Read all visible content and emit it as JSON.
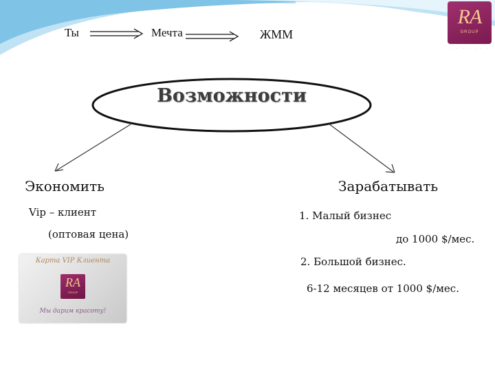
{
  "colors": {
    "swoosh_teal": "#7fc3e6",
    "logo_purple": "#8b2560",
    "logo_gold": "#f3c98e"
  },
  "flow": {
    "step1": "Ты",
    "step2": "Мечта",
    "step3": "ЖММ"
  },
  "logo": {
    "letters": "RA",
    "sub": "GROUP"
  },
  "center": {
    "title": "Возможности"
  },
  "left": {
    "heading": "Экономить",
    "line1": "Vip – клиент",
    "line2": "(оптовая цена)",
    "card": {
      "title": "Карта VIP Клиента",
      "logo_letters": "RA",
      "logo_sub": "GROUP",
      "slogan": "Мы дарим красоту!"
    }
  },
  "right": {
    "heading": "Зарабатывать",
    "item1": "1.  Малый бизнес",
    "item1_detail": "до 1000 $/мес.",
    "item2": "2.  Большой бизнес.",
    "item2_detail": "6-12 месяцев от 1000 $/мес."
  }
}
